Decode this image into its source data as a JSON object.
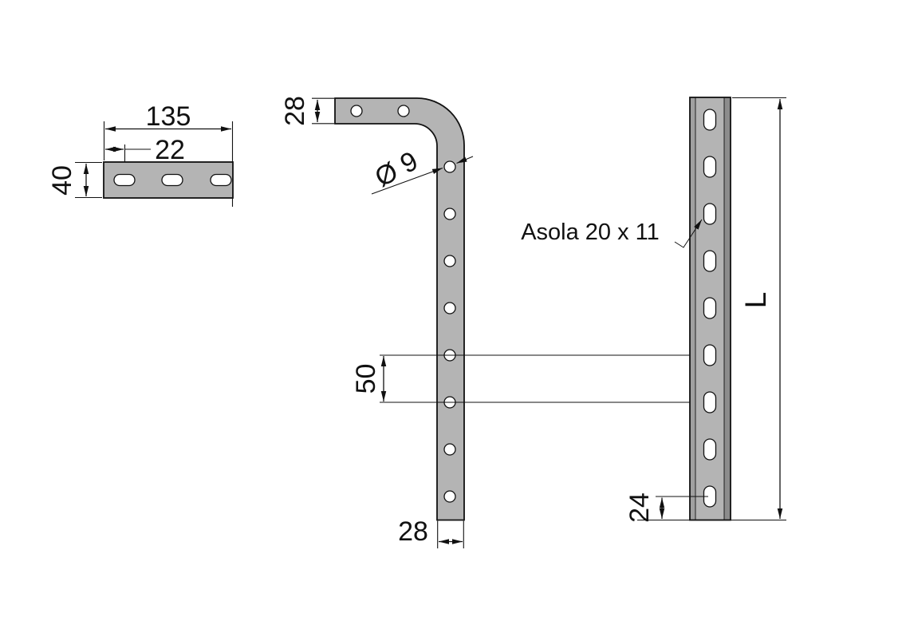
{
  "colors": {
    "part_fill": "#b4b4b4",
    "strip_left": "#a0a0a0",
    "strip_right": "#8c8c8c",
    "line": "#111111",
    "background": "#ffffff"
  },
  "views": {
    "plate_top": {
      "description": "flat perforated bar, top view",
      "dim_width": "135",
      "dim_slot_offset": "22",
      "dim_height": "40",
      "slot_count": 3
    },
    "bracket_front": {
      "description": "L-bent perforated bracket, front view",
      "dim_flange_width": "28",
      "dim_hole_diameter": "Ø 9",
      "dim_hole_pitch": "50",
      "dim_stem_width": "28",
      "flange_hole_count": 2,
      "stem_hole_count": 8
    },
    "upright_side": {
      "description": "slotted upright profile, side view",
      "slot_label": "Asola 20 x 11",
      "dim_length": "L",
      "dim_bottom_slot_offset": "24",
      "slot_count": 9
    }
  }
}
